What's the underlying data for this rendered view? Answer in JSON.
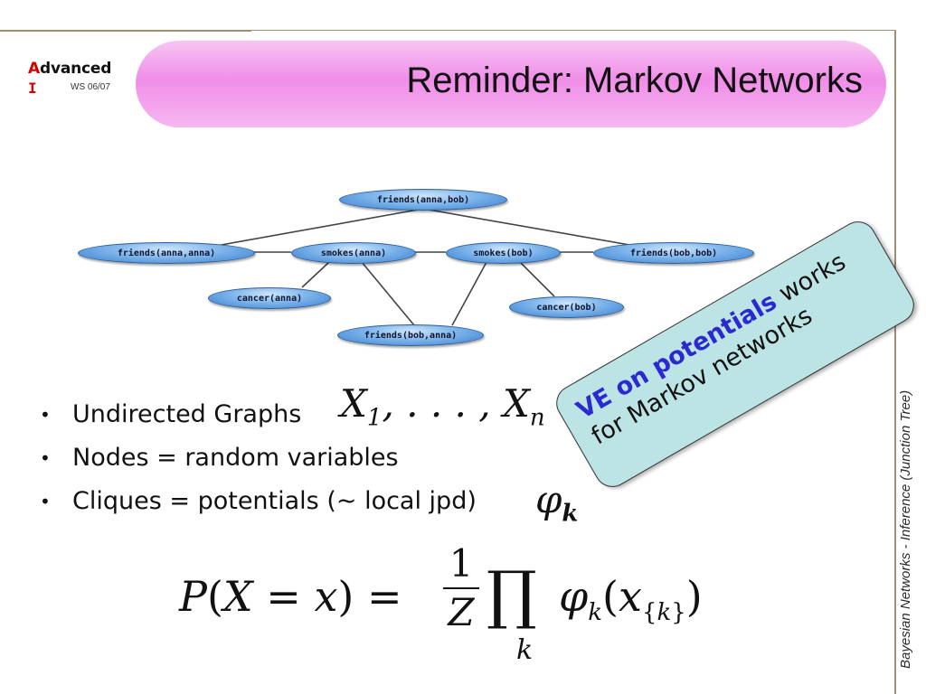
{
  "header": {
    "logo_prefix": "A",
    "logo_rest": "dvanced",
    "logo_ai": "I",
    "semester": "WS 06/07",
    "title": "Reminder: Markov Networks"
  },
  "side_label": "Bayesian Networks  - Inference (Junction Tree)",
  "graph": {
    "nodes": [
      "friends(anna,bob)",
      "friends(anna,anna)",
      "smokes(anna)",
      "smokes(bob)",
      "friends(bob,bob)",
      "cancer(anna)",
      "cancer(bob)",
      "friends(bob,anna)"
    ]
  },
  "callout": {
    "highlight": "VE on potentials",
    "rest": " works for Markov networks"
  },
  "bullets": [
    {
      "text": "Undirected Graphs",
      "math": "X1, . . . , Xn"
    },
    {
      "text": "Nodes = random variables"
    },
    {
      "text": "Cliques = potentials (~ local jpd)",
      "math": "φk"
    }
  ],
  "formula": "P(X = x) = 1/Z ∏k φk(x{k})",
  "colors": {
    "title_band": "#f08ee8",
    "node_fill": "#7db4ea",
    "callout_fill": "#bde4e4",
    "highlight_text": "#2a2ad0",
    "logo_red": "#d40000",
    "frame": "#a38f6b"
  }
}
